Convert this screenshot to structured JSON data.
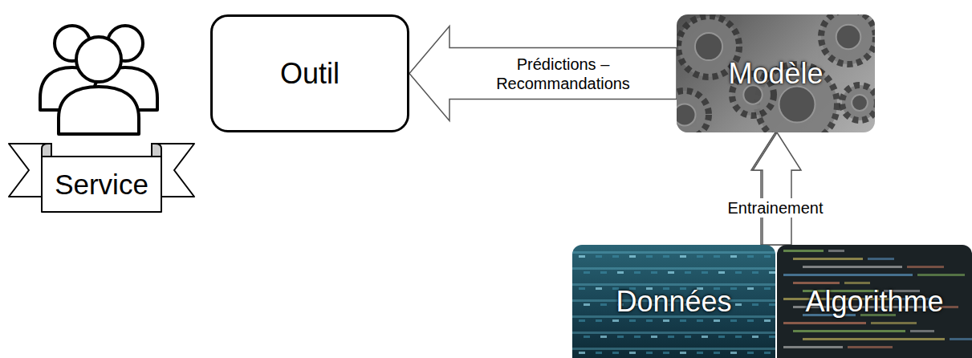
{
  "diagram": {
    "nodes": [
      {
        "text": [
          "Service"
        ]
      },
      {
        "text": [
          "Outil"
        ]
      },
      {
        "text": [
          "Modèle"
        ]
      },
      {
        "text": [
          "Données"
        ]
      },
      {
        "text": [
          "Algorithme"
        ]
      }
    ],
    "edges": [
      {
        "from": 2,
        "to": 1,
        "label": "Prédictions – Recommandations",
        "arrow": "to"
      },
      {
        "from": 3,
        "to": 2,
        "label": "Entrainement",
        "arrow": "to"
      },
      {
        "from": 4,
        "to": 2,
        "arrow": "to"
      }
    ]
  }
}
